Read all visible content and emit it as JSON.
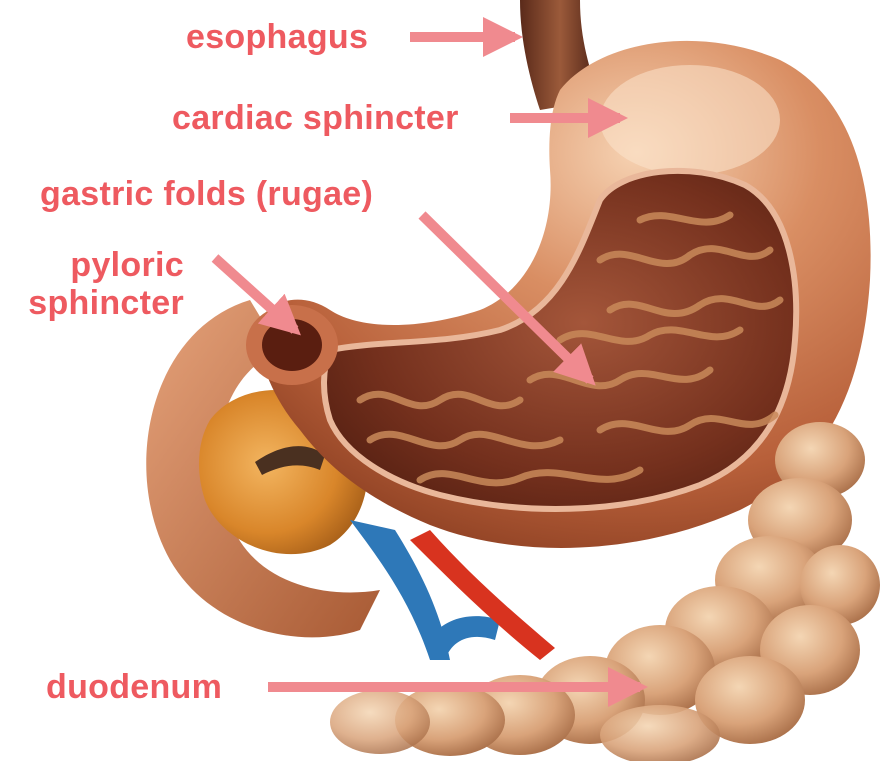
{
  "colors": {
    "label": "#EE5A60",
    "arrow": "#F08A8F",
    "stomach_outer": "#C8704A",
    "stomach_highlight": "#F3C4A0",
    "stomach_inner": "#6B2A1A",
    "rugae": "#C98A5A",
    "intestine": "#D9A37A",
    "pancreas": "#D9862A",
    "vein": "#2E78B8",
    "artery": "#D8331F"
  },
  "labels": {
    "esophagus": "esophagus",
    "cardiac_sphincter": "cardiac sphincter",
    "gastric_folds": "gastric folds (rugae)",
    "pyloric_line1": "pyloric",
    "pyloric_line2": "sphincter",
    "duodenum": "duodenum"
  }
}
